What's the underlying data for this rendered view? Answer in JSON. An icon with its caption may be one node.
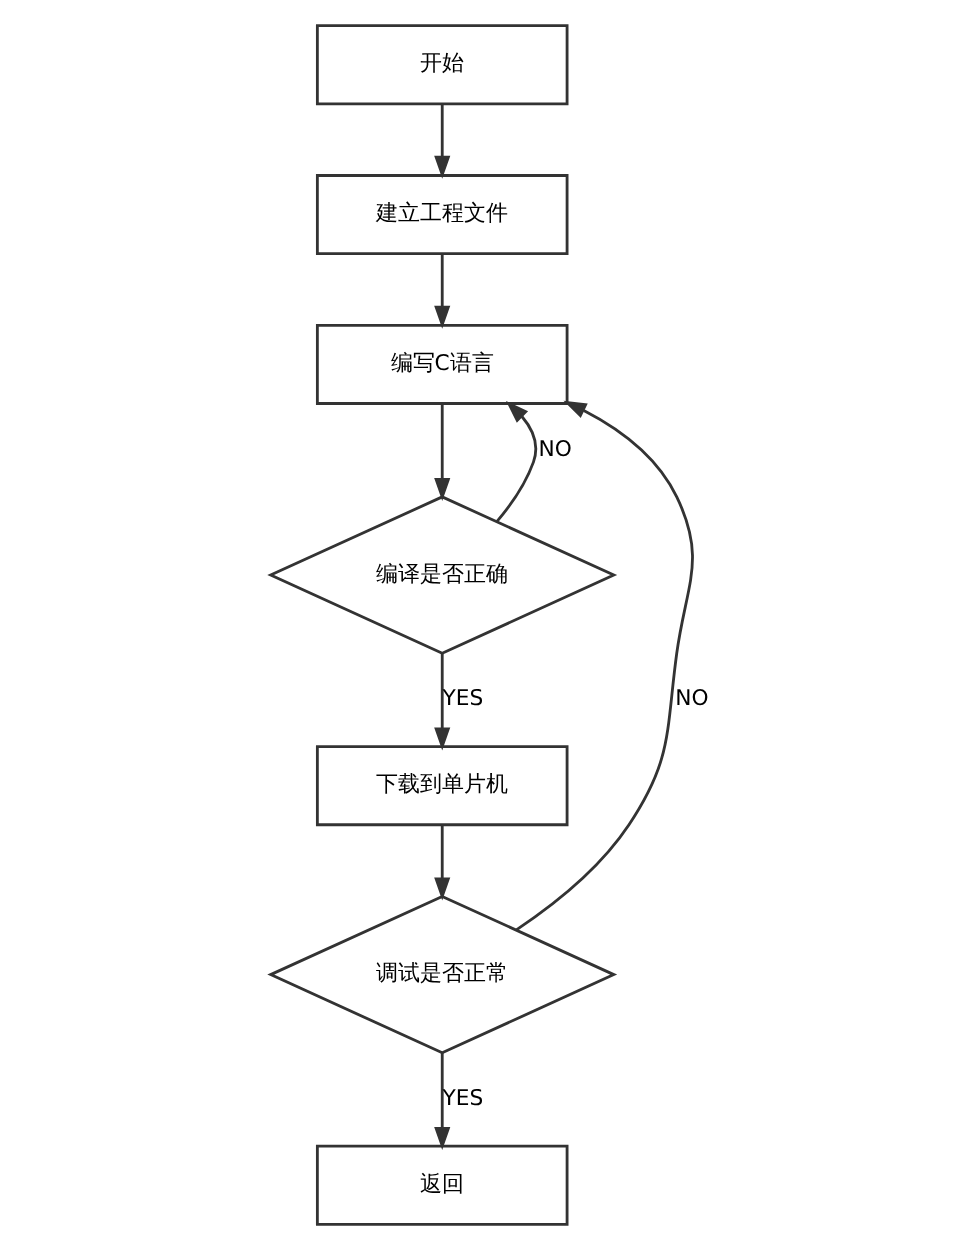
{
  "diagram": {
    "nodes": [
      {
        "text": [
          "开始"
        ]
      },
      {
        "text": [
          "建立工程文件"
        ]
      },
      {
        "text": [
          "编写C语言"
        ]
      },
      {
        "text": [
          "编译是否正确"
        ]
      },
      {
        "text": [
          "下载到单片机"
        ]
      },
      {
        "text": [
          "调试是否正常"
        ]
      },
      {
        "text": [
          "返回"
        ]
      }
    ],
    "edges": [
      {
        "from": 0,
        "to": 1,
        "arrow": "to"
      },
      {
        "from": 1,
        "to": 2,
        "arrow": "to"
      },
      {
        "from": 2,
        "to": 3,
        "arrow": "to"
      },
      {
        "from": 3,
        "to": 2,
        "arrow": "to",
        "label": "NO"
      },
      {
        "from": 3,
        "to": 4,
        "arrow": "to",
        "label": "YES"
      },
      {
        "from": 4,
        "to": 5,
        "arrow": "to"
      },
      {
        "from": 5,
        "to": 2,
        "arrow": "to",
        "label": "NO"
      },
      {
        "from": 5,
        "to": 6,
        "arrow": "to",
        "label": "YES"
      }
    ]
  }
}
